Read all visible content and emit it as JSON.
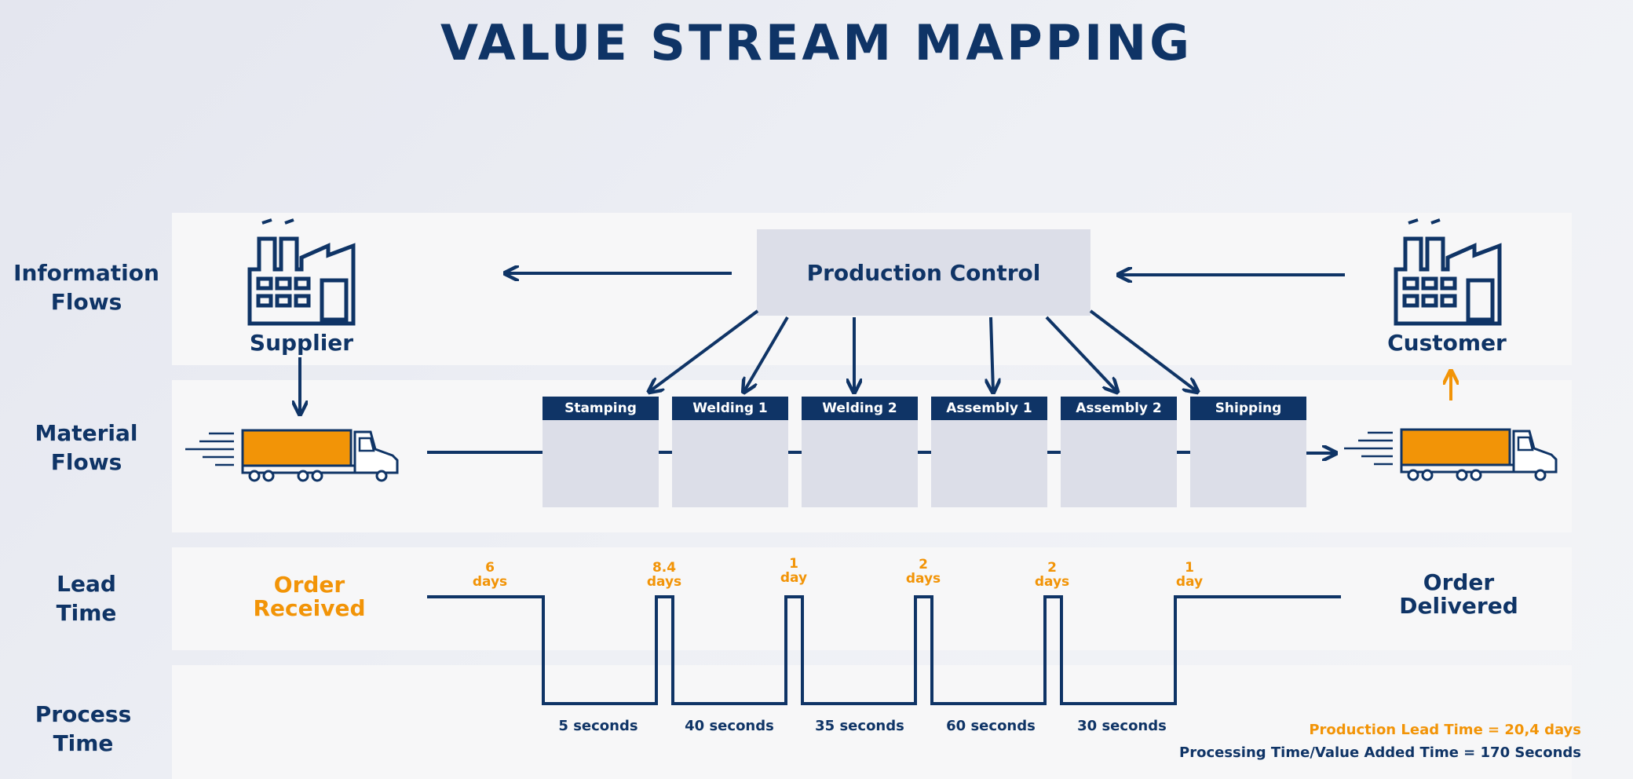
{
  "title": "VALUE STREAM MAPPING",
  "row_labels": {
    "information": "Information\nFlows",
    "material": "Material\nFlows",
    "lead": "Lead\nTime",
    "process": "Process\nTime"
  },
  "production_control": "Production Control",
  "supplier": "Supplier",
  "customer": "Customer",
  "processes": [
    "Stamping",
    "Welding 1",
    "Welding 2",
    "Assembly 1",
    "Assembly 2",
    "Shipping"
  ],
  "lead_times": [
    "6\ndays",
    "8.4\ndays",
    "1\nday",
    "2\ndays",
    "2\ndays",
    "1\nday"
  ],
  "process_times": [
    "5 seconds",
    "40 seconds",
    "35 seconds",
    "60 seconds",
    "30 seconds"
  ],
  "order_received": "Order\nReceived",
  "order_delivered": "Order\nDelivered",
  "summary": {
    "lead_time": "Production Lead Time = 20,4 days",
    "processing_time": "Processing Time/Value Added Time = 170 Seconds"
  },
  "colors": {
    "navy": "#0f3466",
    "orange": "#f29407",
    "box": "#dcdee8",
    "band": "#f7f7f8"
  },
  "icons": [
    "factory-icon",
    "truck-icon",
    "arrow-icon"
  ]
}
